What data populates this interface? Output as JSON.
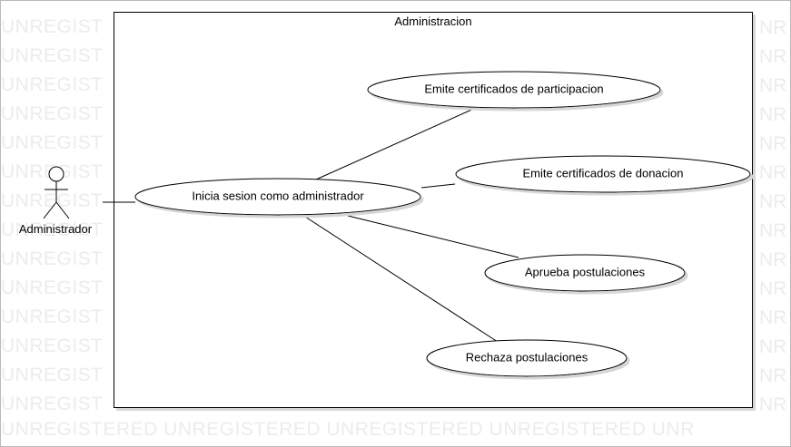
{
  "diagram": {
    "system_boundary": "Administracion",
    "actor": "Administrador",
    "use_cases": {
      "login": "Inicia sesion como administrador",
      "participacion": "Emite certificados de participacion",
      "donacion": "Emite certificados de donacion",
      "aprueba": "Aprueba postulaciones",
      "rechaza": "Rechaza postulaciones"
    }
  },
  "watermark": {
    "side_text": "UNREGIST",
    "bottom_text": "UNREGISTERED UNREGISTERED UNREGISTERED UNREGISTERED UNR"
  }
}
